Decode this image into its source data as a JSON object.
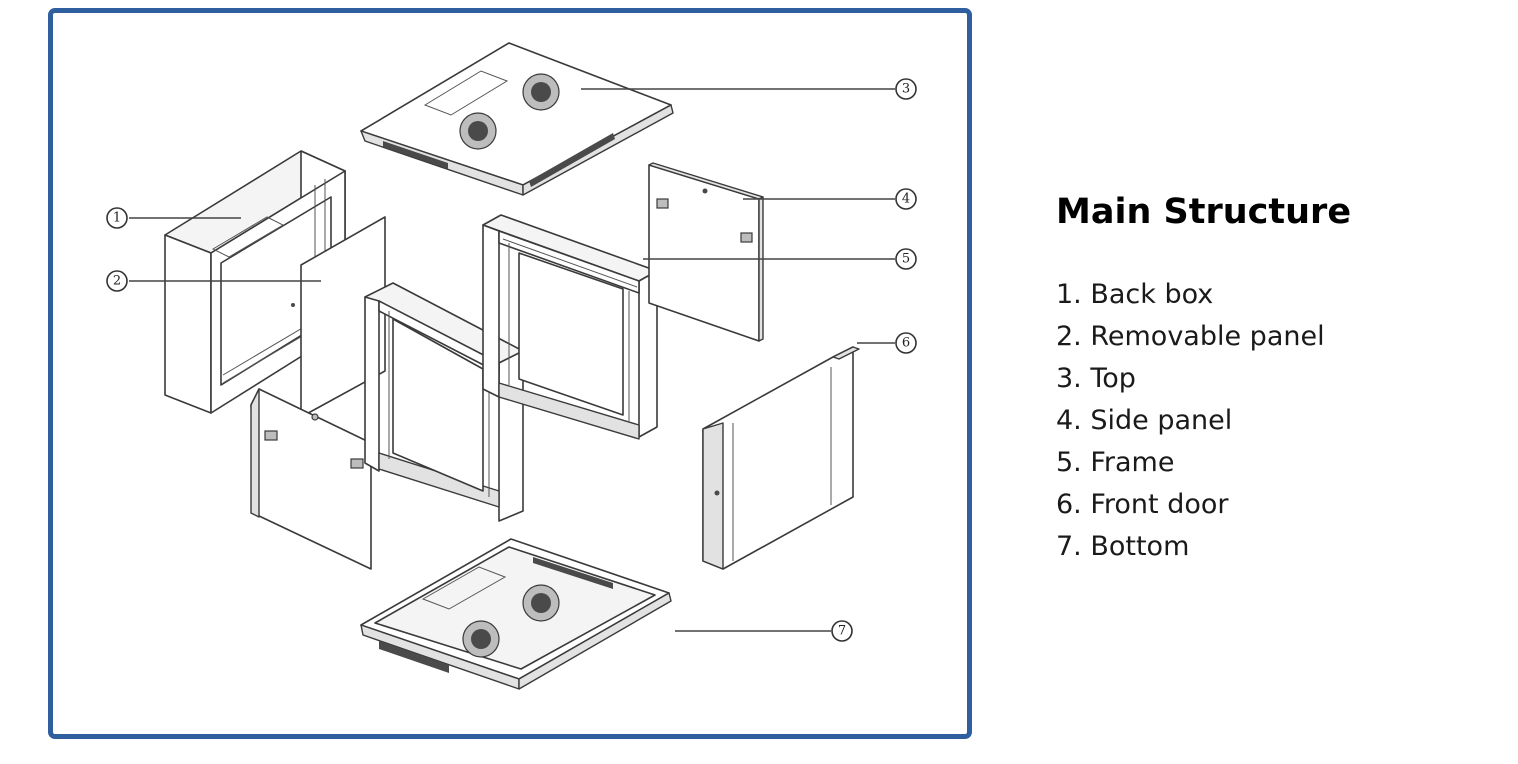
{
  "diagram": {
    "callouts": [
      {
        "id": "back-box",
        "number": "1"
      },
      {
        "id": "removable-panel",
        "number": "2"
      },
      {
        "id": "top",
        "number": "3"
      },
      {
        "id": "side-panel",
        "number": "4"
      },
      {
        "id": "frame",
        "number": "5"
      },
      {
        "id": "front-door",
        "number": "6"
      },
      {
        "id": "bottom",
        "number": "7"
      }
    ],
    "frame_color": "#2f5f9f"
  },
  "legend": {
    "title": "Main Structure",
    "items": [
      "1. Back box",
      "2. Removable panel",
      "3. Top",
      "4. Side panel",
      "5. Frame",
      "6. Front door",
      "7. Bottom"
    ]
  }
}
